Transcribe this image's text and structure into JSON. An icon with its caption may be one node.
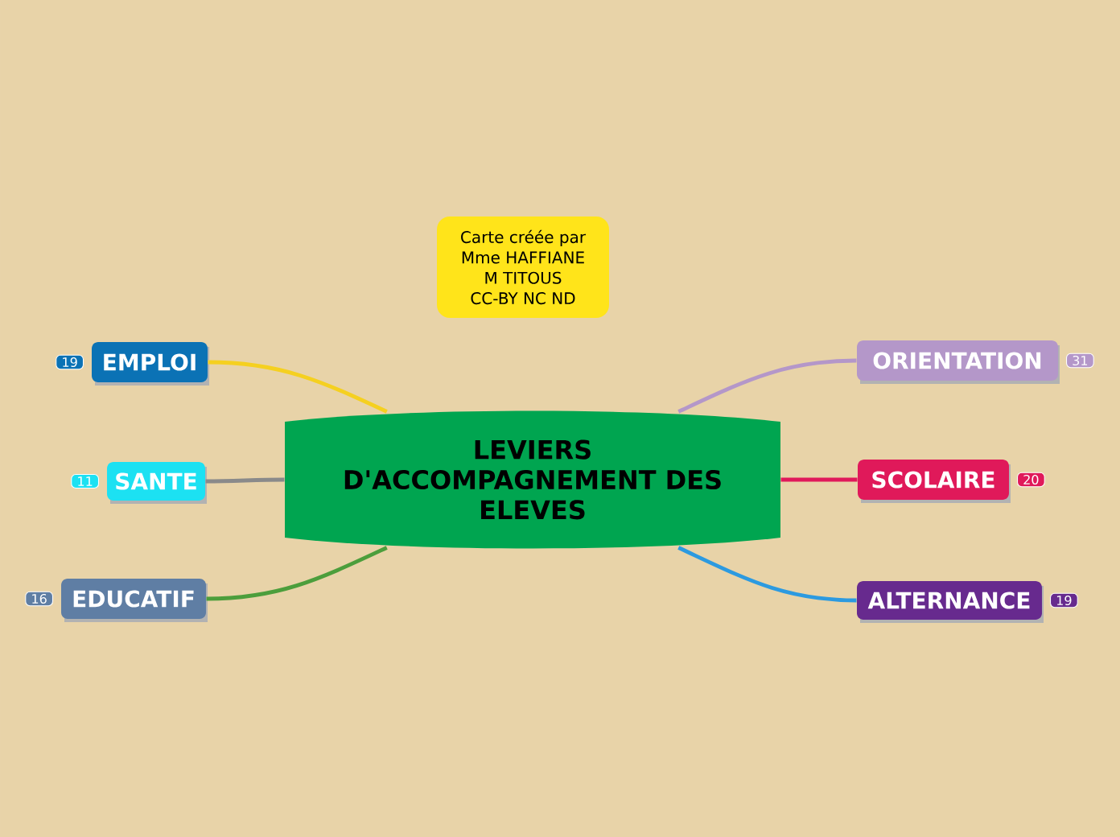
{
  "diagram": {
    "nodes": [
      {
        "text": [
          "LEVIERS D'ACCOMPAGNEMENT DES ELEVES"
        ]
      },
      {
        "text": [
          "Carte créée par Mme HAFFIANE M TITOUS CC-BY NC ND"
        ]
      },
      {
        "text": [
          "EMPLOI"
        ],
        "beside": [
          "19"
        ]
      },
      {
        "text": [
          "SANTE"
        ],
        "beside": [
          "11"
        ]
      },
      {
        "text": [
          "EDUCATIF"
        ],
        "beside": [
          "16"
        ]
      },
      {
        "text": [
          "ORIENTATION"
        ],
        "beside": [
          "31"
        ]
      },
      {
        "text": [
          "SCOLAIRE"
        ],
        "beside": [
          "20"
        ]
      },
      {
        "text": [
          "ALTERNANCE"
        ],
        "beside": [
          "19"
        ]
      }
    ],
    "edges": [
      {
        "from": 0,
        "to": 2,
        "arrow": "none",
        "color": "#f5d020"
      },
      {
        "from": 0,
        "to": 3,
        "arrow": "none",
        "color": "#8a8a8a"
      },
      {
        "from": 0,
        "to": 4,
        "arrow": "none",
        "color": "#4c9e3c"
      },
      {
        "from": 0,
        "to": 5,
        "arrow": "none",
        "color": "#b497c9"
      },
      {
        "from": 0,
        "to": 6,
        "arrow": "none",
        "color": "#e0195a"
      },
      {
        "from": 0,
        "to": 7,
        "arrow": "none",
        "color": "#2c9ae0"
      }
    ]
  }
}
